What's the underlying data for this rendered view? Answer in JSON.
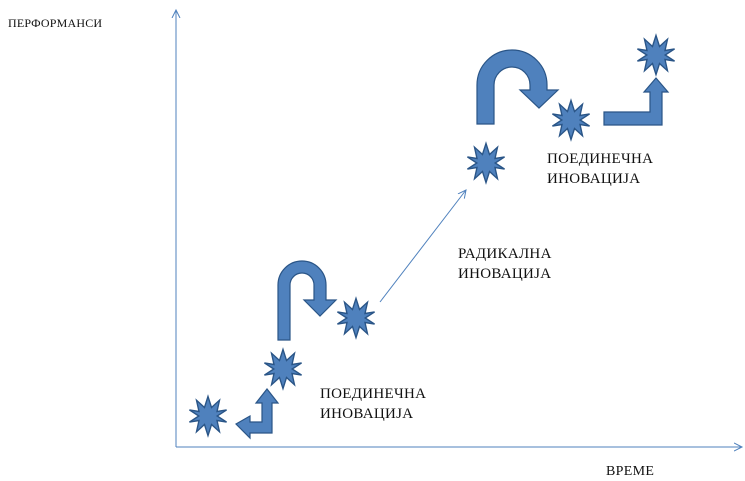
{
  "axes": {
    "y_label": "ПЕРФОРМАНСИ",
    "x_label": "ВРЕМЕ"
  },
  "labels": {
    "incremental_lower": [
      "ПОЕДИНЕЧНА",
      "ИНОВАЦИЈА"
    ],
    "radical": [
      "РАДИКАЛНА",
      "ИНОВАЦИЈА"
    ],
    "incremental_upper": [
      "ПОЕДИНЕЧНА",
      "ИНОВАЦИЈА"
    ]
  },
  "colors": {
    "shape_fill": "#4f81bd",
    "shape_stroke": "#2a5587",
    "axis": "#4f81bd",
    "text": "#111111"
  },
  "icons": {
    "burst": "star-burst-icon",
    "u_turn": "u-turn-arrow-icon",
    "bent_up": "bent-up-arrow-icon"
  }
}
